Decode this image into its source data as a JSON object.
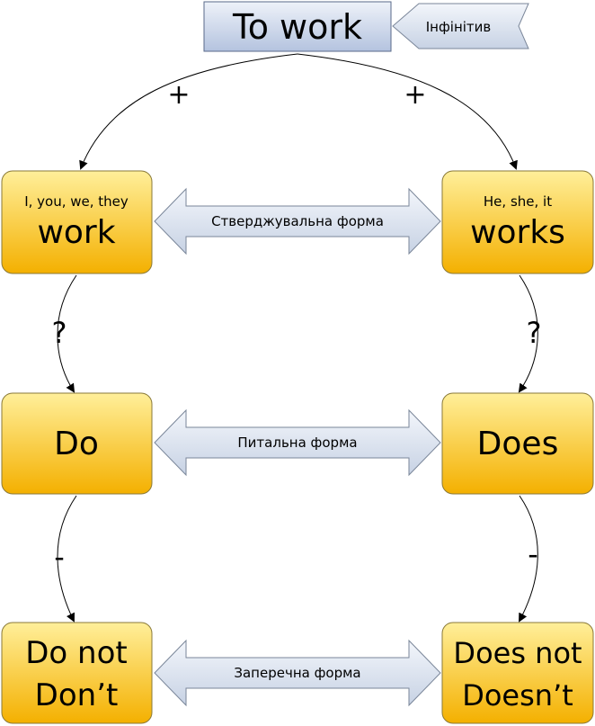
{
  "top": {
    "title": "To work",
    "pointer_label": "Інфінітив"
  },
  "edges": {
    "plus_left": "+",
    "plus_right": "+",
    "question_left": "?",
    "question_right": "?",
    "minus_left": "-",
    "minus_right": "-"
  },
  "rows": [
    {
      "left_small": "I, you, we, they",
      "left_big": "work",
      "right_small": "He, she, it",
      "right_big": "works",
      "arrow_label": "Стверджувальна форма"
    },
    {
      "left_big": "Do",
      "right_big": "Does",
      "arrow_label": "Питальна форма"
    },
    {
      "left_line1": "Do not",
      "left_line2": "Don’t",
      "right_line1": "Does not",
      "right_line2": "Doesn’t",
      "arrow_label": "Заперечна форма"
    }
  ],
  "colors": {
    "box_fill_top": "#ffec8a",
    "box_fill_bottom": "#f5b400",
    "box_stroke": "#8a7a3a",
    "title_fill_top": "#e9eef7",
    "title_fill_bottom": "#b9c7e0",
    "title_stroke": "#5a6a8a",
    "arrow_fill": "#dfe6f1",
    "arrow_stroke": "#7a8699"
  }
}
